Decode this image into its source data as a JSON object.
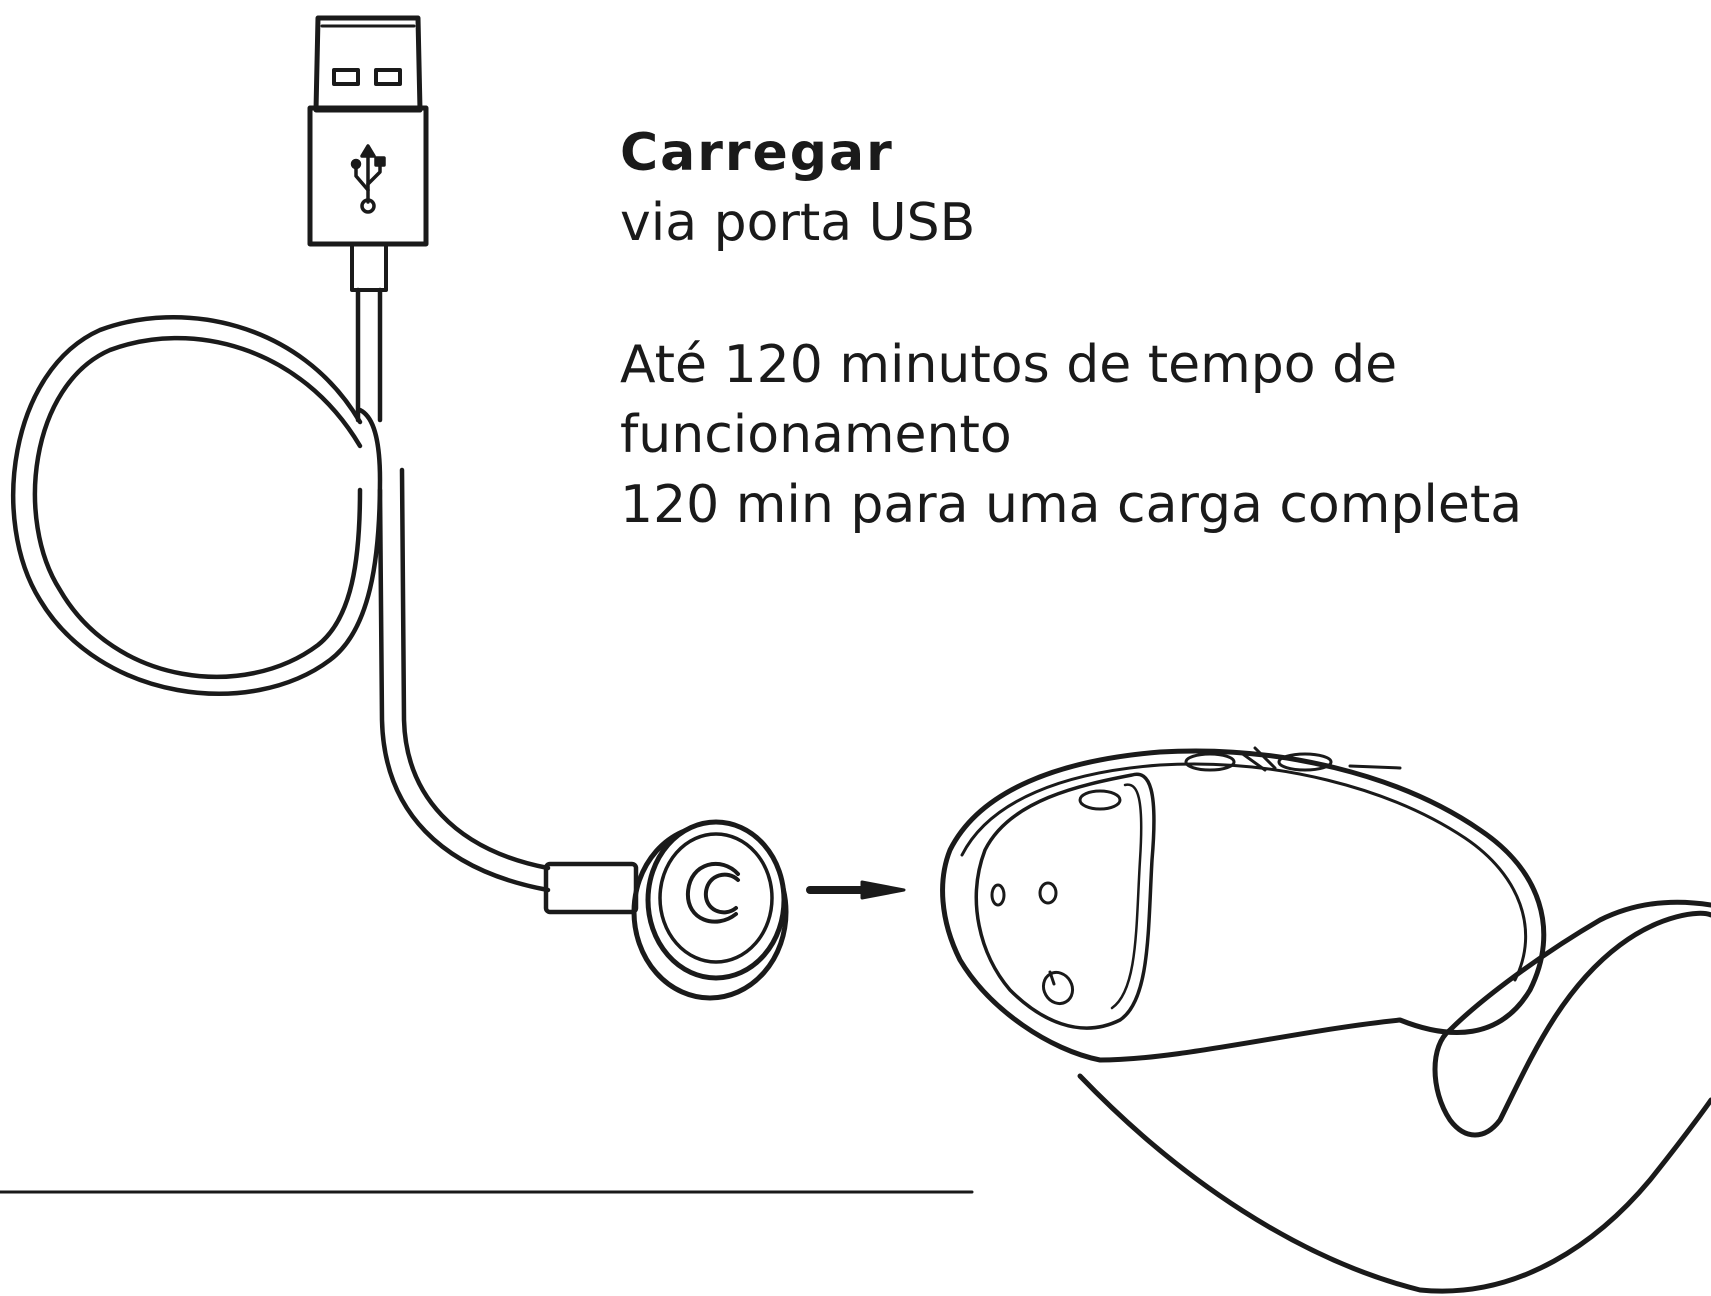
{
  "heading": "Carregar",
  "subheading": "via porta USB",
  "info_lines": [
    "Até 120 minutos de tempo de",
    "funcionamento",
    "120 min para uma carga completa"
  ],
  "icons": {
    "usb_symbol": "usb-icon",
    "charger_logo": "brand-logo-icon",
    "power_button": "power-icon",
    "arrow": "arrow-right-icon"
  },
  "colors": {
    "line": "#1a1a1a",
    "background": "#ffffff"
  }
}
